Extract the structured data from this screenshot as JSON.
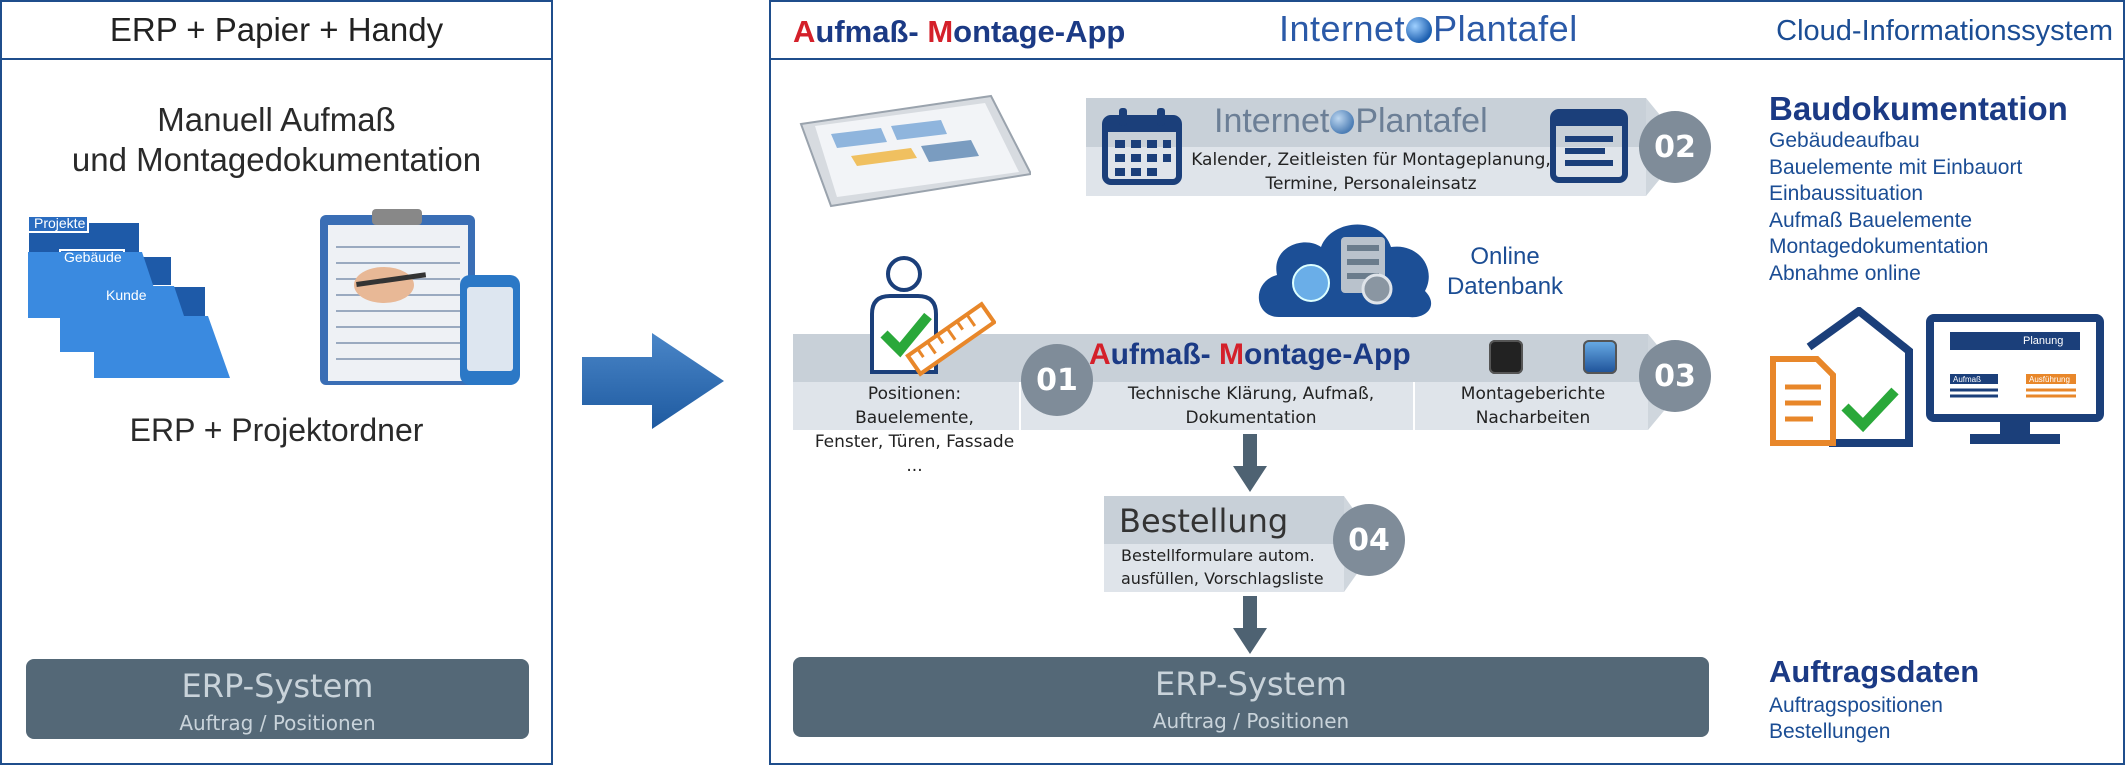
{
  "left_panel": {
    "header": "ERP + Papier + Handy",
    "title_line1": "Manuell Aufmaß",
    "title_line2": "und Montagedokumentation",
    "folder_labels": [
      "Projekte",
      "Gebäude",
      "Kunde"
    ],
    "caption": "ERP + Projektordner",
    "erp_title": "ERP-System",
    "erp_subtitle": "Auftrag / Positionen"
  },
  "right_panel": {
    "header_app_parts": [
      "A",
      "ufmaß- ",
      "M",
      "ontage-",
      "App"
    ],
    "header_brand": "Internet",
    "header_brand2": "Plantafel",
    "header_cloud": "Cloud-Informationssystem",
    "plantafel": {
      "brand": "Internet",
      "brand2": "Plantafel",
      "desc_line1": "Kalender, Zeitleisten für Montageplanung,",
      "desc_line2": "Termine, Personaleinsatz",
      "number": "02"
    },
    "database": {
      "line1": "Online",
      "line2": "Datenbank"
    },
    "app_bar": {
      "title_parts": [
        "A",
        "ufmaß- ",
        "M",
        "ontage-",
        "App"
      ],
      "left_line1": "Positionen: Bauelemente,",
      "left_line2": "Fenster, Türen, Fassade ...",
      "number1": "01",
      "mid_line1": "Technische Klärung, Aufmaß,",
      "mid_line2": "Dokumentation",
      "right_line1": "Montageberichte",
      "right_line2": "Nacharbeiten",
      "number3": "03"
    },
    "bestellung": {
      "title": "Bestellung",
      "line1": "Bestellformulare autom.",
      "line2": "ausfüllen, Vorschlagsliste",
      "number": "04"
    },
    "erp_title": "ERP-System",
    "erp_subtitle": "Auftrag / Positionen"
  },
  "baudoku": {
    "title": "Baudokumentation",
    "items": [
      "Gebäudeaufbau",
      "Bauelemente mit Einbauort",
      "Einbaussituation",
      "Aufmaß Bauelemente",
      "Montagedokumentation",
      "Abnahme online"
    ],
    "screen_labels": [
      "Planung",
      "Aufmaß",
      "Ausführung"
    ]
  },
  "auftrag": {
    "title": "Auftragsdaten",
    "items": [
      "Auftragspositionen",
      "Bestellungen"
    ]
  }
}
